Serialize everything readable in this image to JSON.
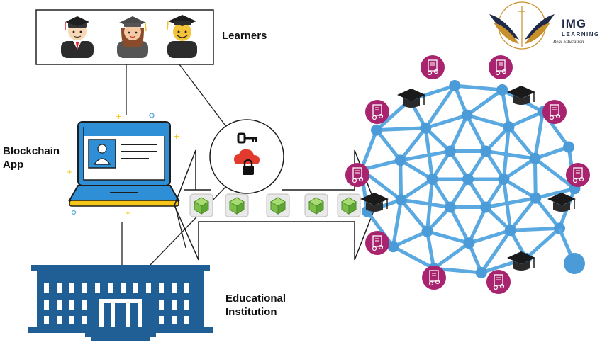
{
  "labels": {
    "learners": "Learners",
    "blockchain_app_line1": "Blockchain",
    "blockchain_app_line2": "App",
    "educational_line1": "Educational",
    "educational_line2": "Institution"
  },
  "logo": {
    "name": "IMG",
    "sub": "LEARNING",
    "tagline": "Real Education"
  },
  "colors": {
    "network_blue": "#5aa9e0",
    "network_node": "#4a9bd8",
    "certificate_purple": "#a8246e",
    "laptop_blue": "#2f8fd6",
    "laptop_yellow": "#f5c518",
    "building_blue": "#1f5f95",
    "block_green": "#7cc04a",
    "lock_red": "#e23b2e"
  },
  "icons": {
    "learners": [
      "graduate-male-icon",
      "graduate-female-icon",
      "graduate-smiling-icon"
    ],
    "security": [
      "key-icon",
      "cloud-lock-icon"
    ],
    "app": "laptop-id-card-icon",
    "institution": "university-building-icon",
    "blocks": "blockchain-block-icon",
    "network": "blockchain-network-icon",
    "certificate": "certificate-icon",
    "cap": "graduation-cap-icon"
  }
}
